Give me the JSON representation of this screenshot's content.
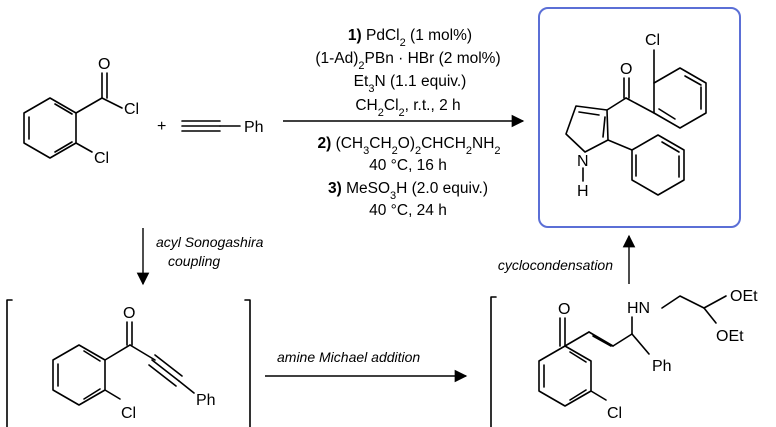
{
  "diagram": {
    "reagents": {
      "acid_chloride": {
        "o": "O",
        "cl_acyl": "Cl",
        "cl_ring": "Cl"
      },
      "plus": "+",
      "alkyne": {
        "ph": "Ph"
      }
    },
    "conditions": {
      "step1": {
        "num": "1)",
        "line1": "PdCl",
        "line1_sub": "2",
        "line1_tail": " (1 mol%)",
        "line2a": "(1-Ad)",
        "line2_sub": "2",
        "line2b": "PBn · HBr (2 mol%)",
        "line3a": "Et",
        "line3_sub": "3",
        "line3b": "N (1.1 equiv.)",
        "line4a": "CH",
        "line4_sub1": "2",
        "line4b": "Cl",
        "line4_sub2": "2",
        "line4c": ", r.t., 2 h"
      },
      "step2": {
        "num": "2)",
        "a": " (CH",
        "s1": "3",
        "b": "CH",
        "s2": "2",
        "c": "O)",
        "s3": "2",
        "d": "CHCH",
        "s4": "2",
        "e": "NH",
        "s5": "2",
        "line2": "40 °C, 16 h"
      },
      "step3": {
        "num": "3)",
        "a": " MeSO",
        "s1": "3",
        "b": "H (2.0 equiv.)",
        "line2": "40 °C, 24 h"
      }
    },
    "product": {
      "cl": "Cl",
      "o": "O",
      "nh_n": "N",
      "nh_h": "H"
    },
    "arrows": {
      "sonogashira_1": "acyl Sonogashira",
      "sonogashira_2": "coupling",
      "michael": "amine Michael addition",
      "cyclocondensation": "cyclocondensation"
    },
    "ynone": {
      "o": "O",
      "ph": "Ph",
      "cl": "Cl"
    },
    "enaminone": {
      "o": "O",
      "hn": "HN",
      "ph": "Ph",
      "cl": "Cl",
      "oet1": "OEt",
      "oet2": "OEt"
    },
    "colors": {
      "product_box": "#5b6fd6"
    }
  }
}
